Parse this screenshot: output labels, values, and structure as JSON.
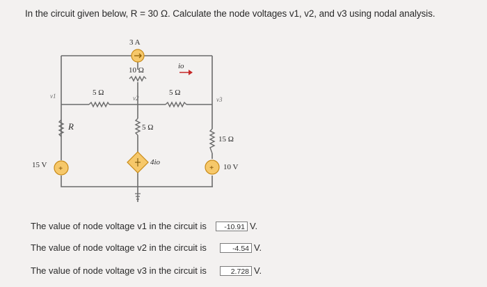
{
  "question": {
    "text": "In the circuit given below, R = 30 Ω. Calculate the node voltages v1, v2, and v3 using nodal analysis."
  },
  "circuit": {
    "current_source": "3 A",
    "r_top": "10 Ω",
    "current_label": "io",
    "r_left": "5 Ω",
    "r_right": "5 Ω",
    "r_mid": "5 Ω",
    "r_R": "R",
    "r_15": "15 Ω",
    "v_src_left": "15 V",
    "v_src_right": "10 V",
    "dep_src": "4io",
    "node_v1": "v1",
    "node_v2": "v2",
    "node_v3": "v3",
    "plus_sign": "+"
  },
  "answers": [
    {
      "text": "The value of node voltage v1 in the circuit is",
      "value": "-10.91",
      "unit": "V."
    },
    {
      "text": "The value of node voltage v2 in the circuit is",
      "value": "-4.54",
      "unit": "V."
    },
    {
      "text": "The value of node voltage v3 in the circuit is",
      "value": "2.728",
      "unit": "V."
    }
  ],
  "colors": {
    "source_fill": "#f6c86a",
    "source_stroke": "#c88a18",
    "wire": "#6b6b6b",
    "arrow": "#c62828"
  }
}
